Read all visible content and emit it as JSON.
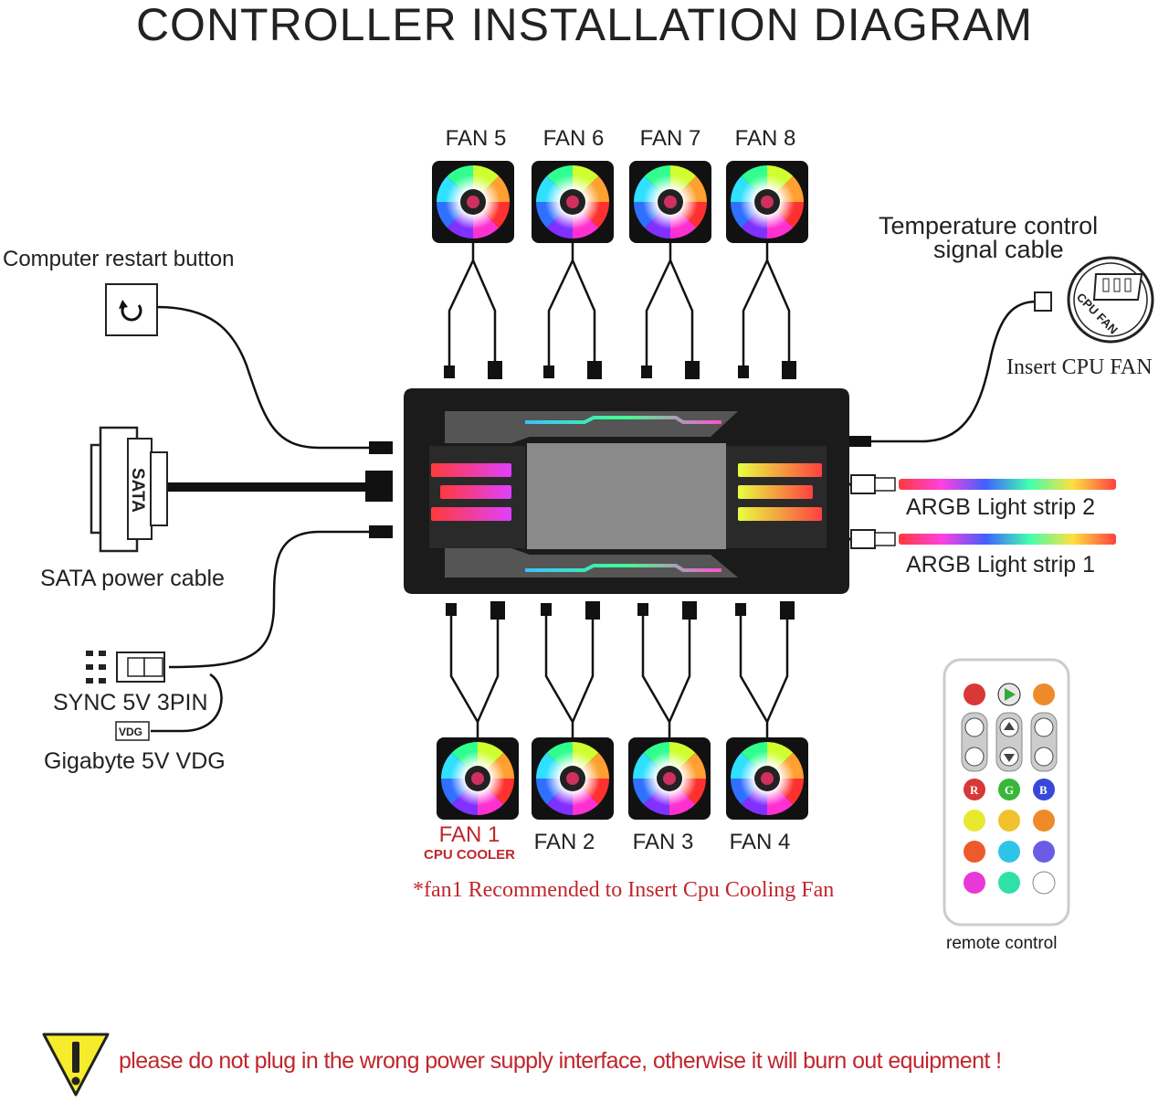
{
  "title": "CONTROLLER INSTALLATION DIAGRAM",
  "fans_top": [
    "FAN 5",
    "FAN 6",
    "FAN 7",
    "FAN 8"
  ],
  "fans_bottom": [
    "FAN 1",
    "FAN 2",
    "FAN 3",
    "FAN 4"
  ],
  "fan1_sub": "CPU COOLER",
  "fan1_note": "*fan1 Recommended to Insert  Cpu Cooling Fan",
  "left": {
    "restart": "Computer restart button",
    "sata_connector_text": "SATA",
    "sata": "SATA power cable",
    "sync": "SYNC 5V 3PIN",
    "vdg_connector_text": "VDG",
    "vdg": "Gigabyte 5V VDG"
  },
  "right": {
    "temp_line1": "Temperature control",
    "temp_line2": "signal cable",
    "cpu_fan_connector_text": "CPU FAN",
    "insert_cpu": "Insert CPU FAN",
    "strip2": "ARGB Light strip 2",
    "strip1": "ARGB Light strip 1"
  },
  "remote": {
    "label": "remote control",
    "rgb_letters": [
      "R",
      "G",
      "B"
    ],
    "swatches": [
      "#e8e830",
      "#f2c12e",
      "#ef8a2a",
      "#ee5a2b",
      "#2ec4e8",
      "#6b5ce8",
      "#e838d8",
      "#30e0a8",
      "#ffffff"
    ]
  },
  "warning": "please do not plug in the wrong power supply interface, otherwise it will burn out equipment !",
  "colors": {
    "warning_red": "#c0262c",
    "warning_yellow": "#f6ec2c"
  }
}
